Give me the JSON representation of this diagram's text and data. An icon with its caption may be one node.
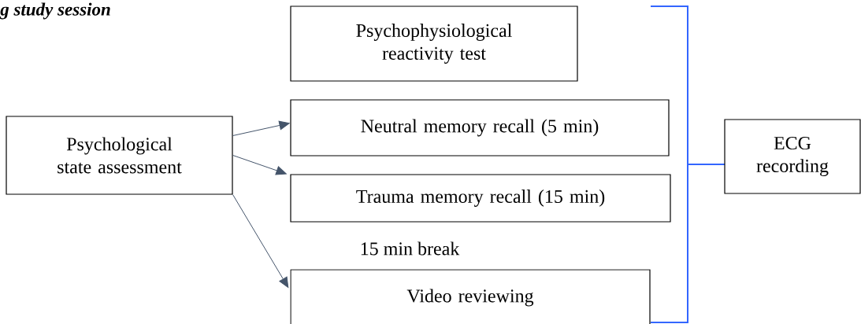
{
  "diagram": {
    "title": "g study session",
    "nodes": [
      {
        "text": [
          "Psychophysiological reactivity test"
        ]
      },
      {
        "text": [
          "Psychological state assessment"
        ]
      },
      {
        "text": [
          "Neutral memory recall (5 min)"
        ]
      },
      {
        "text": [
          "Trauma memory recall (15 min)"
        ]
      },
      {
        "text": [
          "Video reviewing"
        ]
      },
      {
        "text": [
          "ECG recording"
        ]
      }
    ],
    "edges": [
      {
        "from": 1,
        "to": 2,
        "arrow": "to"
      },
      {
        "from": 1,
        "to": 3,
        "arrow": "to"
      },
      {
        "from": 1,
        "to": 4,
        "arrow": "to"
      }
    ],
    "labels": [
      "15 min break"
    ]
  }
}
